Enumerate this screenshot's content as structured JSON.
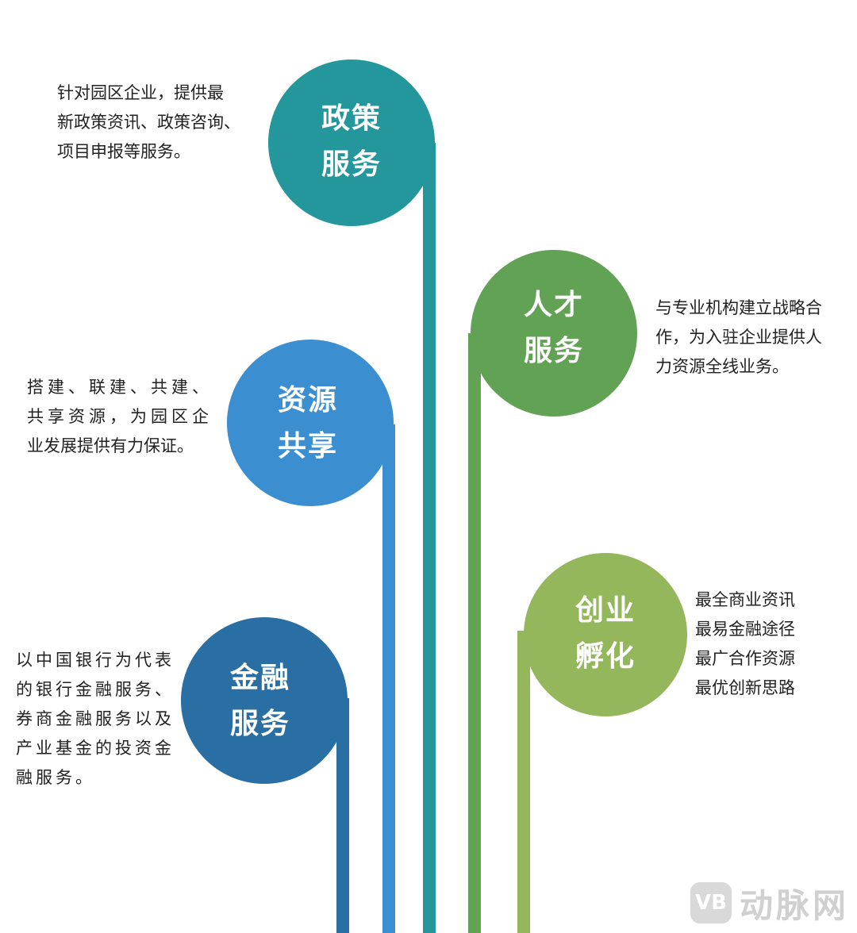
{
  "colors": {
    "policy": "#23979c",
    "talent": "#62a255",
    "resource": "#3b8fd0",
    "incubation": "#93b75a",
    "finance": "#2a6fa3",
    "text": "#222222"
  },
  "nodes": {
    "policy": {
      "title_line1": "政策",
      "title_line2": "服务",
      "desc": [
        "针对园区企业，提供最",
        "新政策资讯、政策咨询、",
        "项目申报等服务。"
      ]
    },
    "talent": {
      "title_line1": "人才",
      "title_line2": "服务",
      "desc": [
        "与专业机构建立战略合",
        "作，为入驻企业提供人",
        "力资源全线业务。"
      ]
    },
    "resource": {
      "title_line1": "资源",
      "title_line2": "共享",
      "desc": [
        "搭建、联建、共建、",
        "共享资源，为园区企",
        "业发展提供有力保证。"
      ]
    },
    "incubation": {
      "title_line1": "创业",
      "title_line2": "孵化",
      "desc": [
        "最全商业资讯",
        "最易金融途径",
        "最广合作资源",
        "最优创新思路"
      ]
    },
    "finance": {
      "title_line1": "金融",
      "title_line2": "服务",
      "desc": [
        "以中国银行为代表",
        "的银行金融服务、",
        "券商金融服务以及",
        "产业基金的投资金",
        "融服务。"
      ]
    }
  },
  "watermark": {
    "logo": "VB",
    "text": "动脉网"
  }
}
